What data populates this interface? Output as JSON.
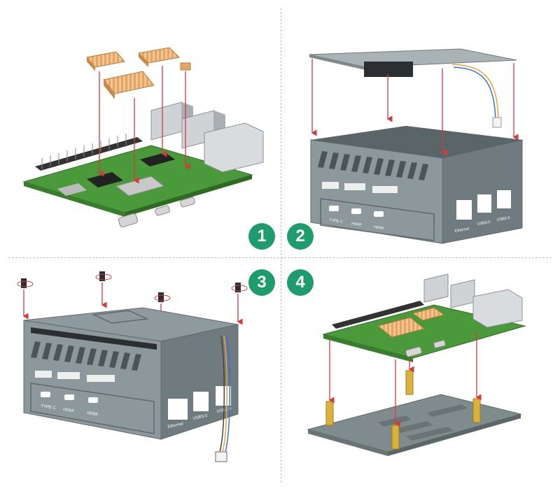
{
  "steps": [
    {
      "number": "1"
    },
    {
      "number": "2"
    },
    {
      "number": "3"
    },
    {
      "number": "4"
    }
  ],
  "port_labels": {
    "type_c": "TYPE C",
    "hdmi_a": "HDMI",
    "hdmi_b": "HDMI",
    "ethernet": "Ethernet",
    "usb3": "USB3.0",
    "usb2": "USB2.0"
  },
  "colors": {
    "badge": "#1e9c6d",
    "case": "#7f8c8f",
    "pcb": "#4a9a3c",
    "heatsink": "#e0a064",
    "arrow": "#d63a3a",
    "standoff": "#d8b23a"
  }
}
